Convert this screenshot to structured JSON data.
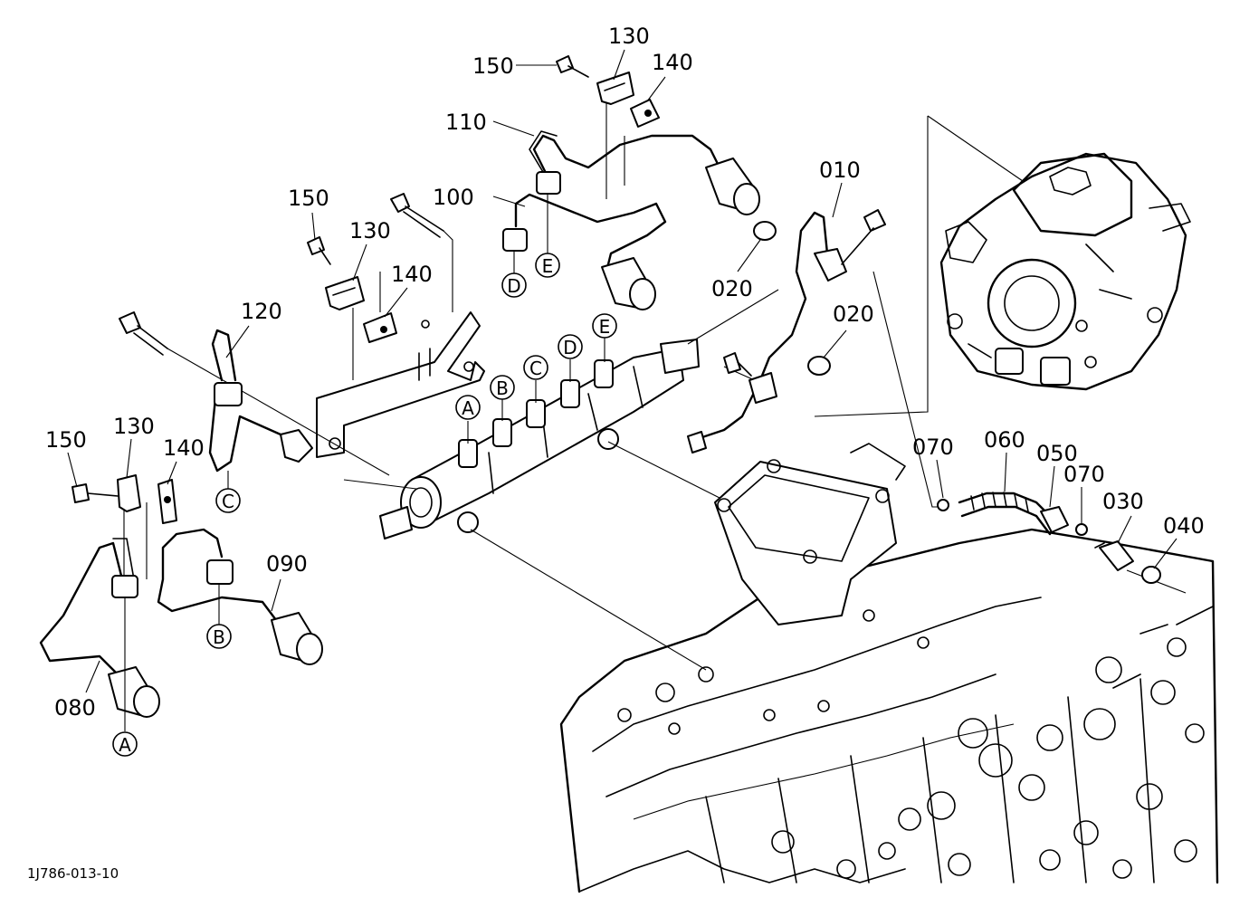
{
  "diagram_code": "1J786-013-10",
  "part_labels": [
    {
      "id": "p010",
      "text": "010"
    },
    {
      "id": "p020a",
      "text": "020"
    },
    {
      "id": "p020b",
      "text": "020"
    },
    {
      "id": "p030",
      "text": "030"
    },
    {
      "id": "p040",
      "text": "040"
    },
    {
      "id": "p050",
      "text": "050"
    },
    {
      "id": "p060",
      "text": "060"
    },
    {
      "id": "p070a",
      "text": "070"
    },
    {
      "id": "p070b",
      "text": "070"
    },
    {
      "id": "p080",
      "text": "080"
    },
    {
      "id": "p090",
      "text": "090"
    },
    {
      "id": "p100",
      "text": "100"
    },
    {
      "id": "p110",
      "text": "110"
    },
    {
      "id": "p120",
      "text": "120"
    },
    {
      "id": "p130a",
      "text": "130"
    },
    {
      "id": "p130b",
      "text": "130"
    },
    {
      "id": "p130c",
      "text": "130"
    },
    {
      "id": "p140a",
      "text": "140"
    },
    {
      "id": "p140b",
      "text": "140"
    },
    {
      "id": "p140c",
      "text": "140"
    },
    {
      "id": "p150a",
      "text": "150"
    },
    {
      "id": "p150b",
      "text": "150"
    },
    {
      "id": "p150c",
      "text": "150"
    }
  ],
  "connection_refs": [
    {
      "id": "rA1",
      "text": "A"
    },
    {
      "id": "rB1",
      "text": "B"
    },
    {
      "id": "rC1",
      "text": "C"
    },
    {
      "id": "rD1",
      "text": "D"
    },
    {
      "id": "rE1",
      "text": "E"
    },
    {
      "id": "rA2",
      "text": "A"
    },
    {
      "id": "rB2",
      "text": "B"
    },
    {
      "id": "rC2",
      "text": "C"
    },
    {
      "id": "rD2",
      "text": "D"
    },
    {
      "id": "rE2",
      "text": "E"
    }
  ]
}
